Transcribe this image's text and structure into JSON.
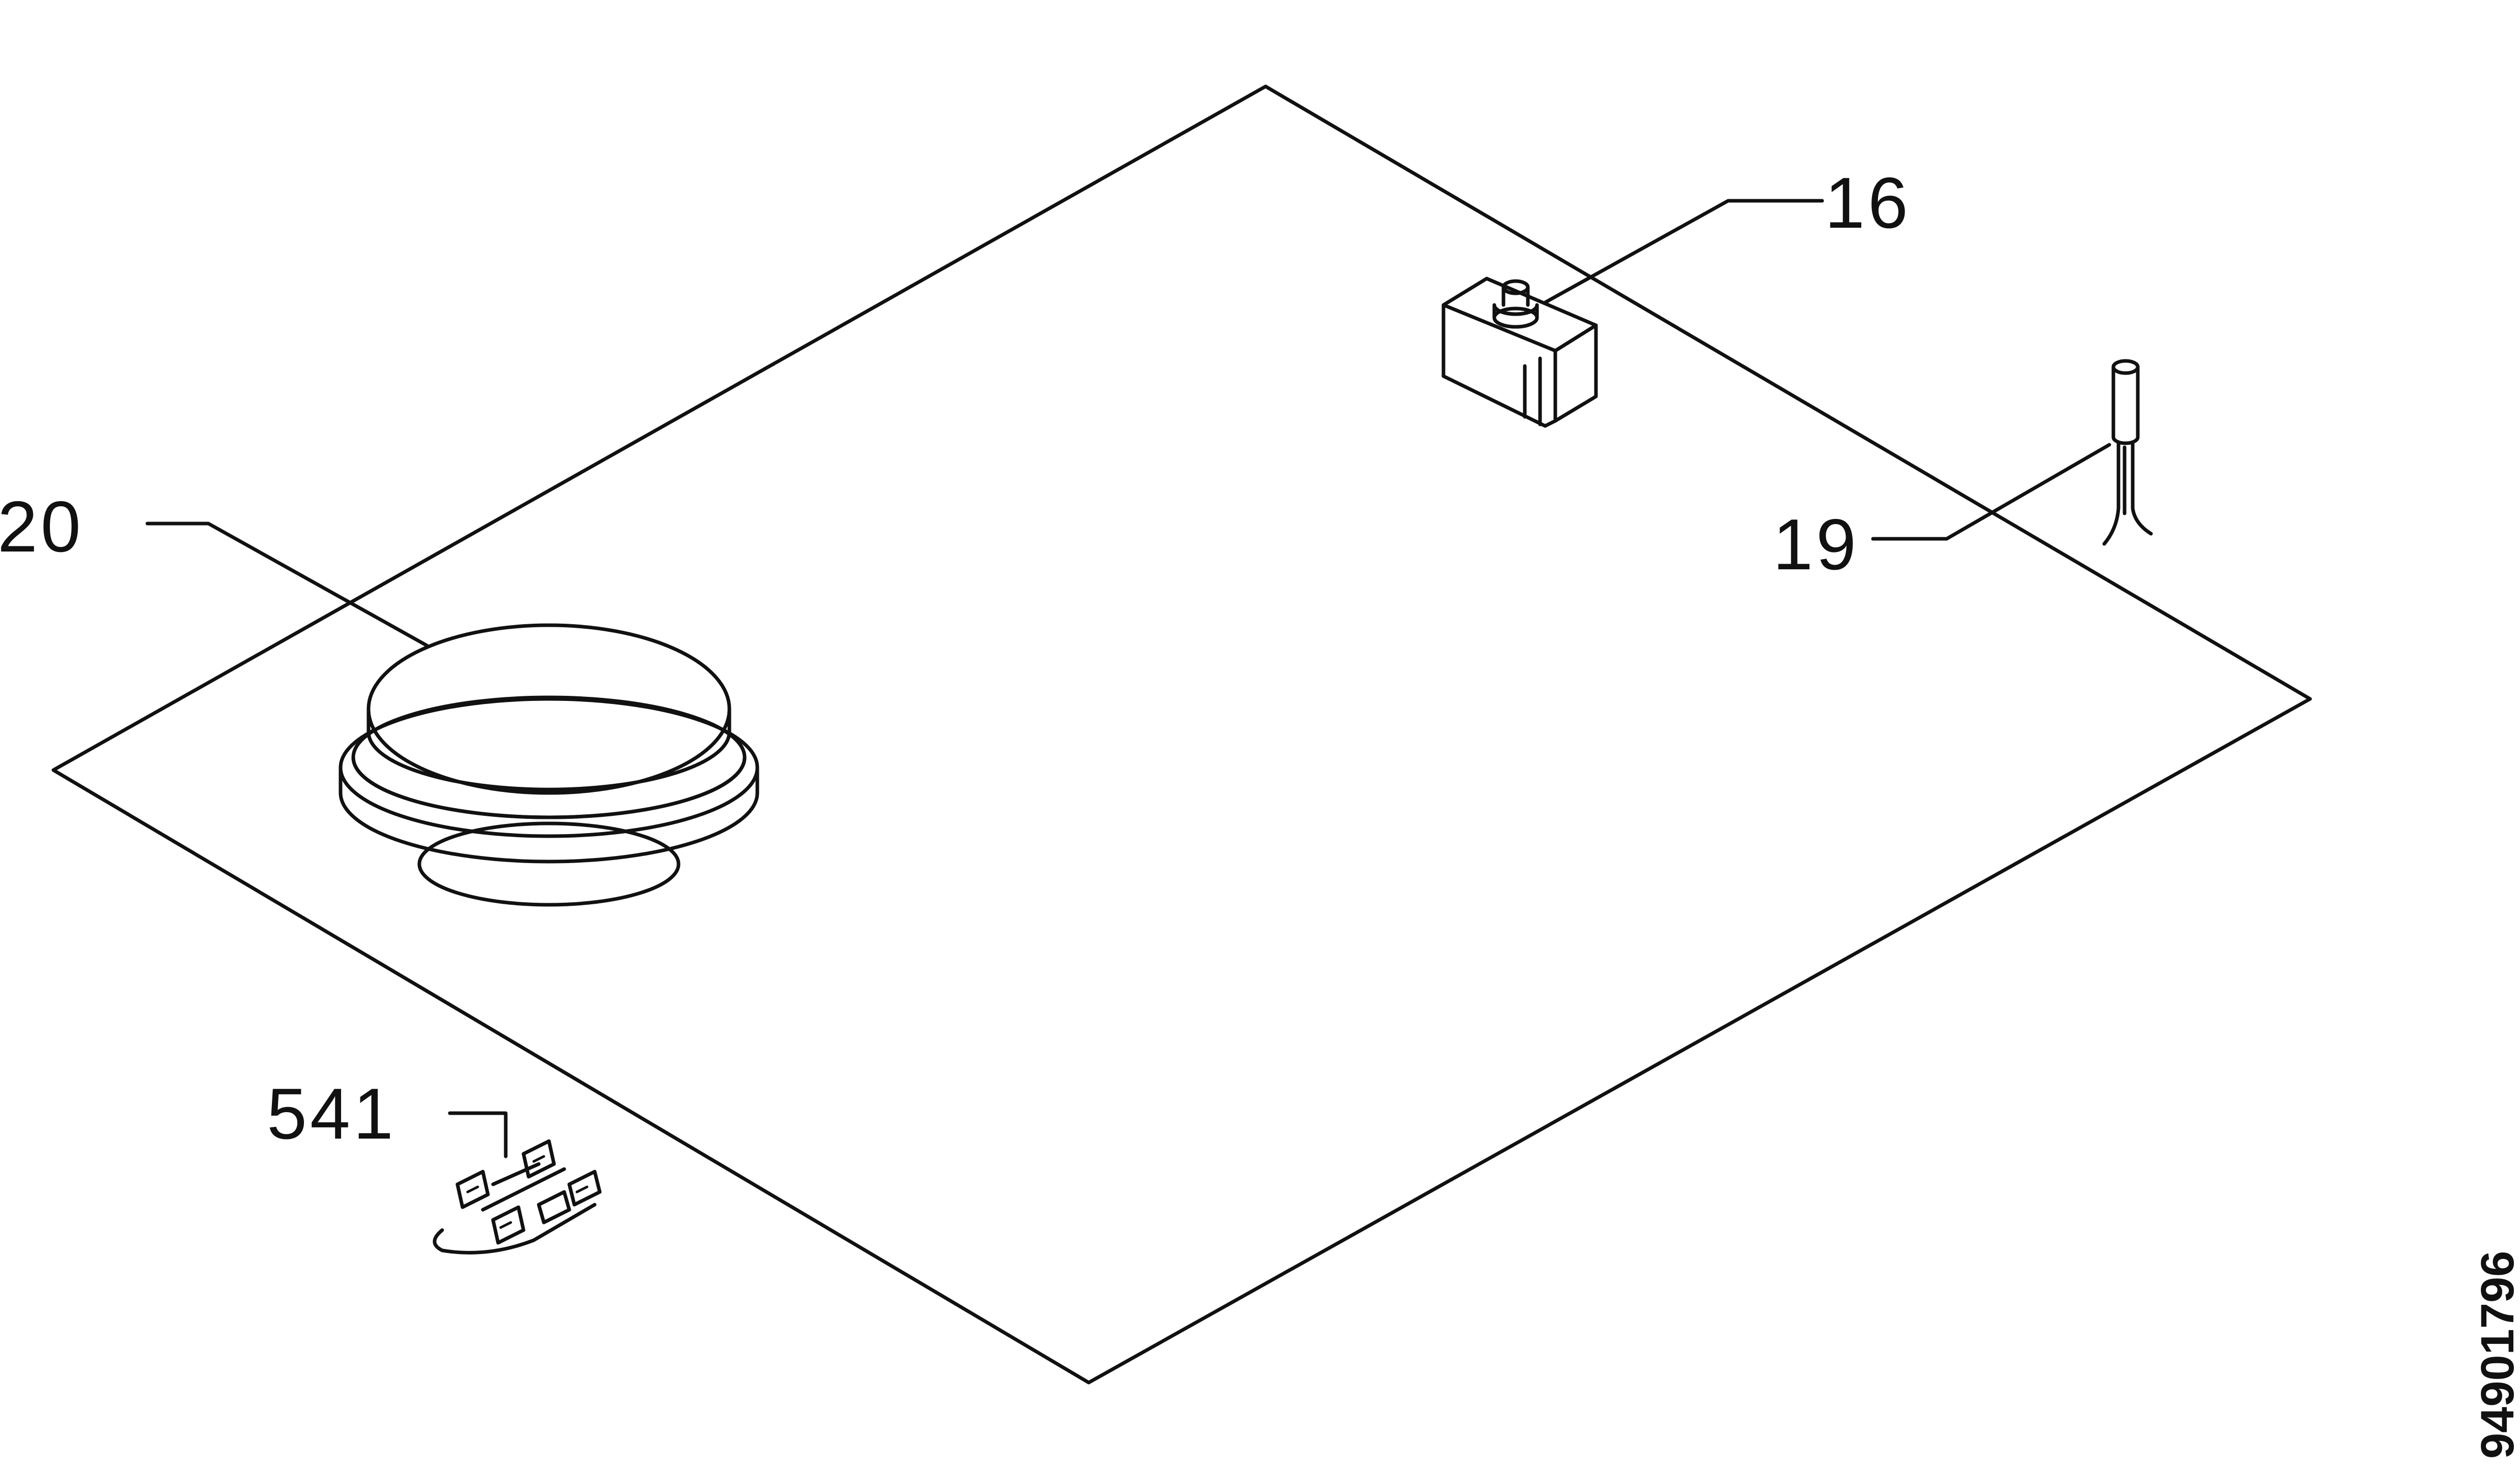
{
  "diagram": {
    "callouts": [
      {
        "id": "burner",
        "label": "20"
      },
      {
        "id": "switch",
        "label": "16"
      },
      {
        "id": "thermocouple",
        "label": "19"
      },
      {
        "id": "connector",
        "label": "541"
      }
    ],
    "document_number": "94901796",
    "line_color": "#111111",
    "background_color": "#ffffff"
  }
}
